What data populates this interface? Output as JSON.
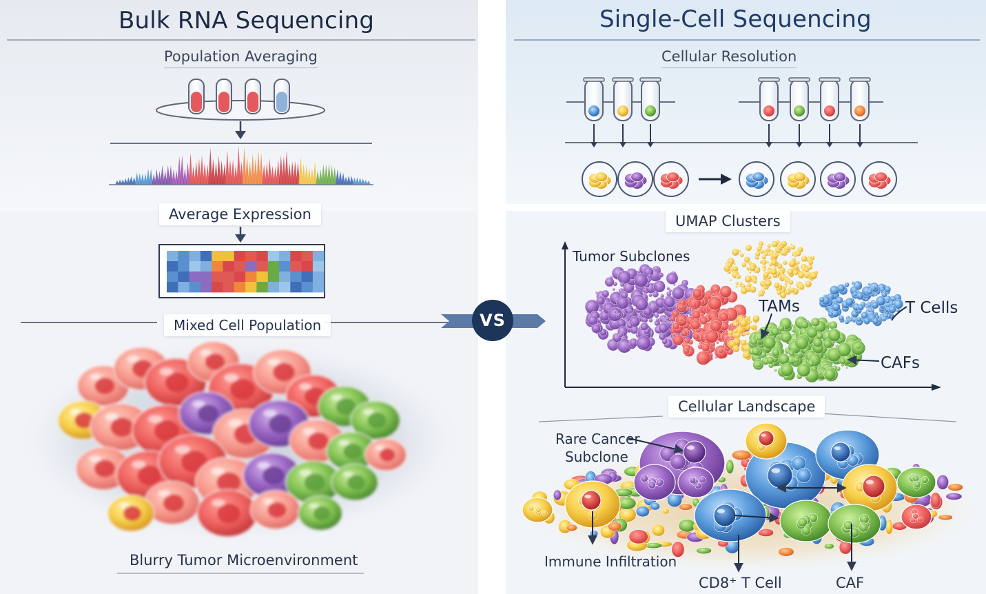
{
  "bulk": {
    "title": "Bulk RNA Sequencing",
    "step_population": "Population Averaging",
    "step_average": "Average Expression",
    "step_mixed": "Mixed Cell Population",
    "caption": "Blurry Tumor Microenvironment"
  },
  "divider": {
    "vs": "VS"
  },
  "single": {
    "title": "Single-Cell Sequencing",
    "step_resolution": "Cellular Resolution",
    "umap_title": "UMAP Clusters",
    "cluster_labels": {
      "tumor": "Tumor Subclones",
      "tams": "TAMs",
      "tcells": "T Cells",
      "cafs": "CAFs"
    },
    "landscape_title": "Cellular Landscape",
    "landscape_labels": {
      "rare_line1": "Rare Cancer",
      "rare_line2": "Subclone",
      "immune": "Immune Infiltration",
      "cd8": "CD8⁺ T Cell",
      "caf": "CAF"
    }
  },
  "colors": {
    "background_left": "#eef1f6",
    "background_right": "#eaf1f7",
    "vs_badge": "#1c3558",
    "arrow": "#3a4660",
    "red": "#d9474b",
    "purple": "#7e4ca8",
    "blue": "#4a8fd0",
    "green": "#6aaa45",
    "yellow": "#f2c13c",
    "orange": "#f0853c"
  }
}
